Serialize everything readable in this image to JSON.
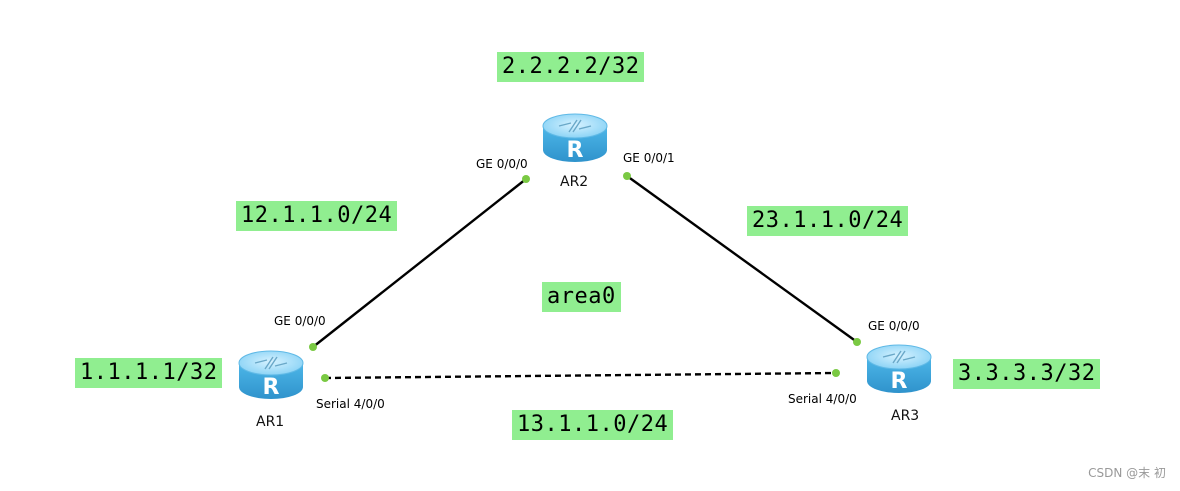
{
  "networks": {
    "loopback_ar2": "2.2.2.2/32",
    "link_ar1_ar2": "12.1.1.0/24",
    "link_ar2_ar3": "23.1.1.0/24",
    "loopback_ar1": "1.1.1.1/32",
    "loopback_ar3": "3.3.3.3/32",
    "link_ar1_ar3": "13.1.1.0/24",
    "area": "area0"
  },
  "routers": {
    "ar1": {
      "name": "AR1",
      "glyph": "R"
    },
    "ar2": {
      "name": "AR2",
      "glyph": "R"
    },
    "ar3": {
      "name": "AR3",
      "glyph": "R"
    }
  },
  "interfaces": {
    "ar1_ge": "GE 0/0/0",
    "ar1_serial": "Serial 4/0/0",
    "ar2_ge0": "GE 0/0/0",
    "ar2_ge1": "GE 0/0/1",
    "ar3_ge": "GE 0/0/0",
    "ar3_serial": "Serial 4/0/0"
  },
  "watermark": "CSDN @末 初",
  "colors": {
    "label_bg": "#90ee90",
    "port_dot": "#7ac943",
    "router_body": "#5fc2ef",
    "router_top": "#a8e2fb",
    "link": "#000000"
  }
}
